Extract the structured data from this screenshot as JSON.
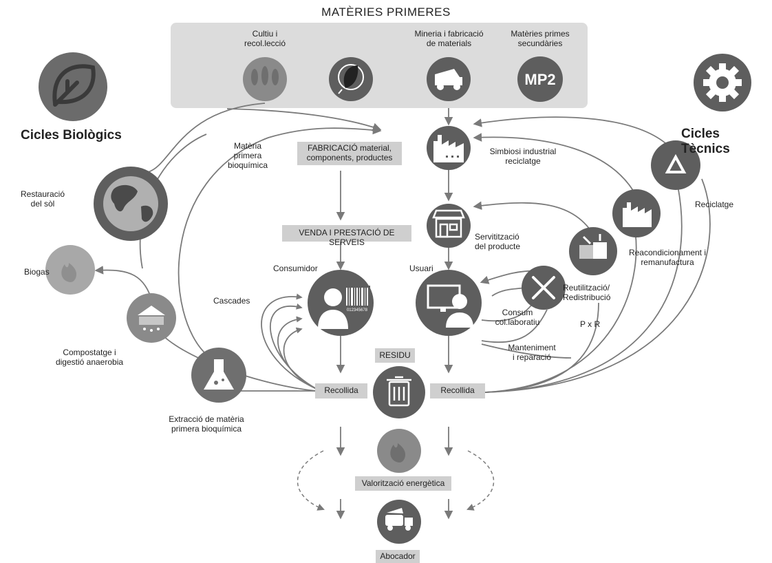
{
  "title": "MATÈRIES PRIMERES",
  "biological_title": "Cicles Biològics",
  "technical_title": "Cicles Tècnics",
  "raw_materials": {
    "cultivation": "Cultiu i\nrecol.lecció",
    "mining": "Mineria i fabricació\nde materials",
    "secondary": "Matèries primes\nsecundàries",
    "mp2": "MP2"
  },
  "boxes": {
    "manufacturing": "FABRICACIÓ material,\ncomponents, productes",
    "sales": "VENDA I PRESTACIÓ DE SERVEIS",
    "waste": "RESIDU",
    "collection_left": "Recollida",
    "collection_right": "Recollida",
    "energy": "Valorització energètica",
    "landfill": "Abocador"
  },
  "labels": {
    "biochemical_raw": "Matèria\nprimera\nbioquímica",
    "soil_restoration": "Restauració\ndel sòl",
    "biogas": "Biogas",
    "composting": "Compostatge i\ndigestió anaerobia",
    "extraction": "Extracció de matèria\nprimera bioquímica",
    "cascades": "Cascades",
    "consumer": "Consumidor",
    "user": "Usuari",
    "industrial_symbiosis": "Simbiosi industrial\nreciclatge",
    "servitization": "Servitització\ndel producte",
    "collaborative": "Consum\ncol.laboratiu",
    "maintenance": "Manteniment\ni reparació",
    "reuse": "Reutilització/\nRedistribució",
    "pxr": "P x R",
    "remanufacture": "Reacondicionament i\nremanufactura",
    "recycling": "Reciclatge"
  },
  "barcode_number": "012345678",
  "colors": {
    "circle_dark": "#5e5e5e",
    "circle_mid": "#8a8a8a",
    "circle_light": "#a8a8a8",
    "box_fill": "#cfcfcf",
    "panel_fill": "#dcdcdc",
    "arrow": "#7a7a7a"
  }
}
